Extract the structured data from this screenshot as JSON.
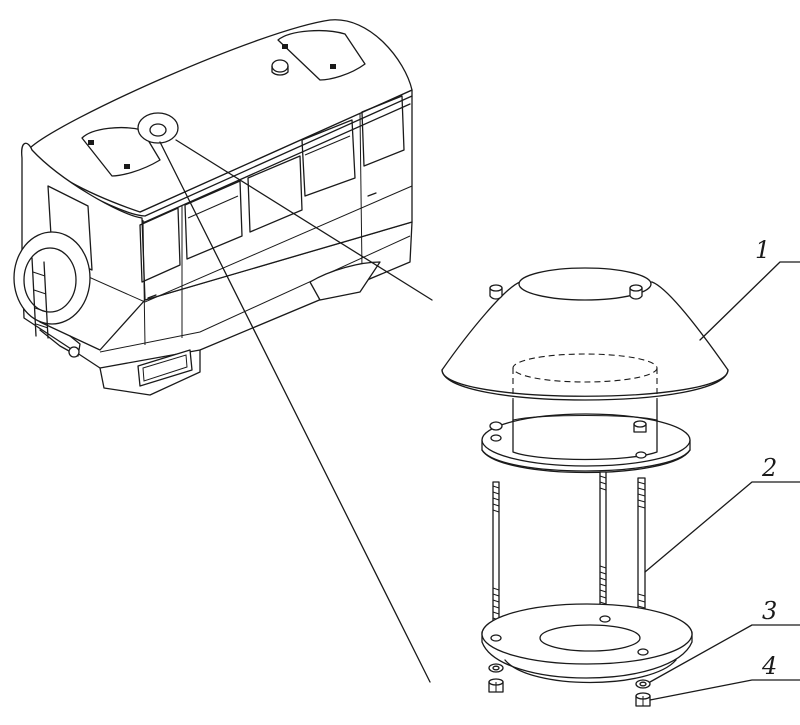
{
  "callouts": [
    {
      "id": "1",
      "label": "1"
    },
    {
      "id": "2",
      "label": "2"
    },
    {
      "id": "3",
      "label": "3"
    },
    {
      "id": "4",
      "label": "4"
    }
  ],
  "colors": {
    "ink": "#1a1a1a",
    "paper": "#ffffff"
  }
}
